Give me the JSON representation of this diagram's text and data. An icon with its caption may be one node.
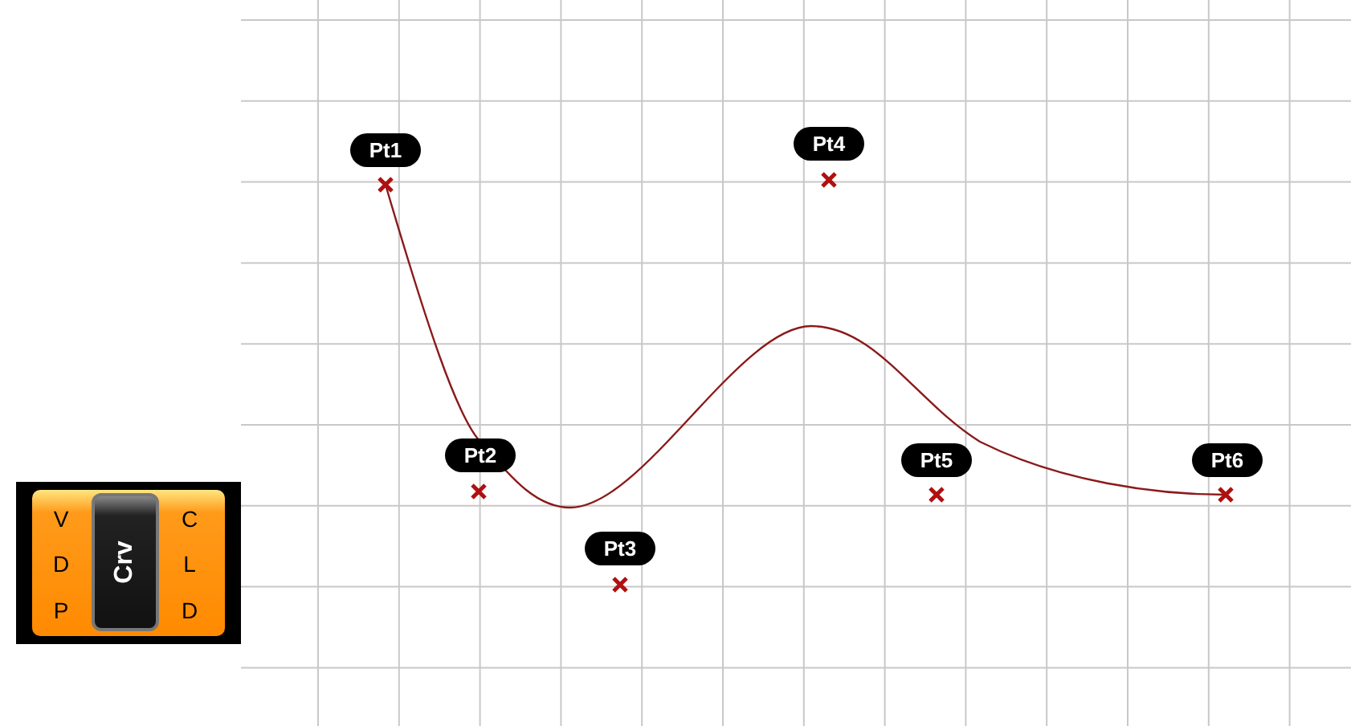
{
  "diagram": {
    "nodes": [
      {
        "text": [
          "Crv"
        ]
      },
      {
        "text": [
          "Pt1"
        ]
      },
      {
        "text": [
          "Pt2"
        ]
      },
      {
        "text": [
          "Pt3"
        ]
      },
      {
        "text": [
          "Pt4"
        ]
      },
      {
        "text": [
          "Pt5"
        ]
      },
      {
        "text": [
          "Pt6"
        ]
      }
    ],
    "labels": [
      "V",
      "C",
      "D",
      "L",
      "P",
      "D"
    ]
  }
}
